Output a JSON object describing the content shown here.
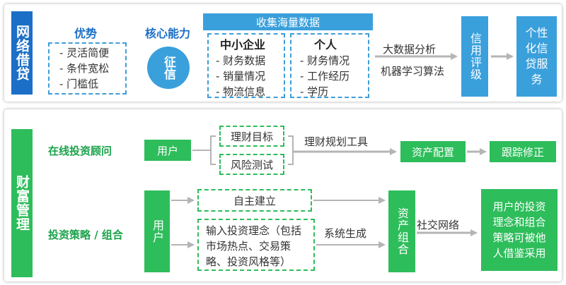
{
  "credit": {
    "side_label": "网络借贷",
    "advantages": {
      "title": "优势",
      "items": [
        "- 灵活简便",
        "- 条件宽松",
        "- 门槛低"
      ]
    },
    "core": {
      "title": "核心能力",
      "circle": "征信"
    },
    "collect": {
      "header": "收集海量数据",
      "sme": {
        "title": "中小企业",
        "items": [
          "- 财务数据",
          "- 销量情况",
          "- 物流信息"
        ]
      },
      "personal": {
        "title": "个人",
        "items": [
          "- 财务情况",
          "- 工作经历",
          "- 学历"
        ]
      }
    },
    "analysis_top": "大数据分析",
    "analysis_bottom": "机器学习算法",
    "rating": "信用评级",
    "service": "个性化信贷服务"
  },
  "wealth": {
    "side_label": "财富管理",
    "advisor": {
      "title": "在线投资顾问",
      "user": "用户",
      "goal": "理财目标",
      "risk": "风险测试",
      "tool": "理财规划工具",
      "allocation": "资产配置",
      "tracking": "跟踪修正"
    },
    "strategy": {
      "title": "投资策略 / 组合",
      "user": "用户",
      "self_build": "自主建立",
      "input": "输入投资理念（包括市场热点、交易策略、投资风格等）",
      "generate": "系统生成",
      "portfolio": "资产组合",
      "social": "社交网络",
      "result": "用户的投资理念和组合策略可被他人借鉴采用"
    }
  },
  "colors": {
    "blue_dark": "#1b6fc6",
    "blue_light": "#3aa0dc",
    "green": "#2ebd5b",
    "arrow": "#b5b5b5"
  }
}
